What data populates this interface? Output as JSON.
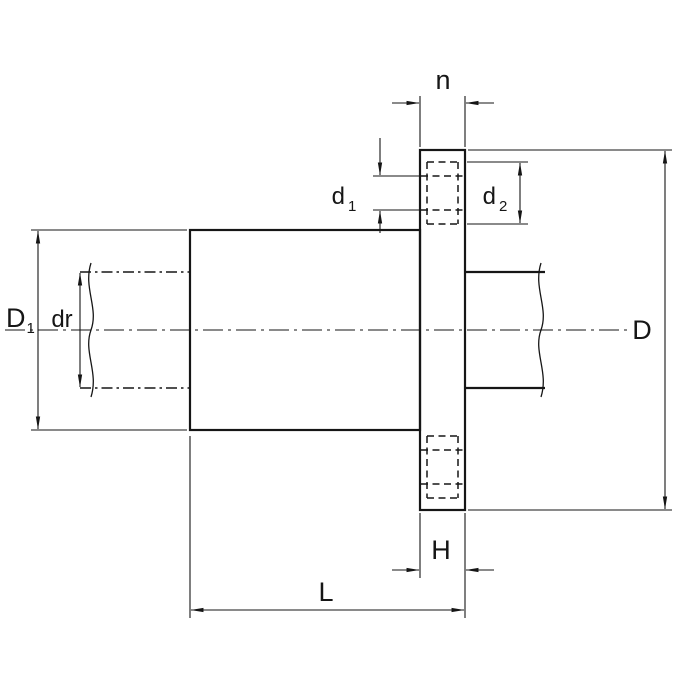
{
  "figure": {
    "background": "#ffffff",
    "line_color": "#161616"
  },
  "labels": {
    "n": "n",
    "d1": {
      "main": "d",
      "sub": "1"
    },
    "d2": {
      "main": "d",
      "sub": "2"
    },
    "D1": {
      "main": "D",
      "sub": "1"
    },
    "dr": "dr",
    "D": "D",
    "H": "H",
    "L": "L"
  }
}
